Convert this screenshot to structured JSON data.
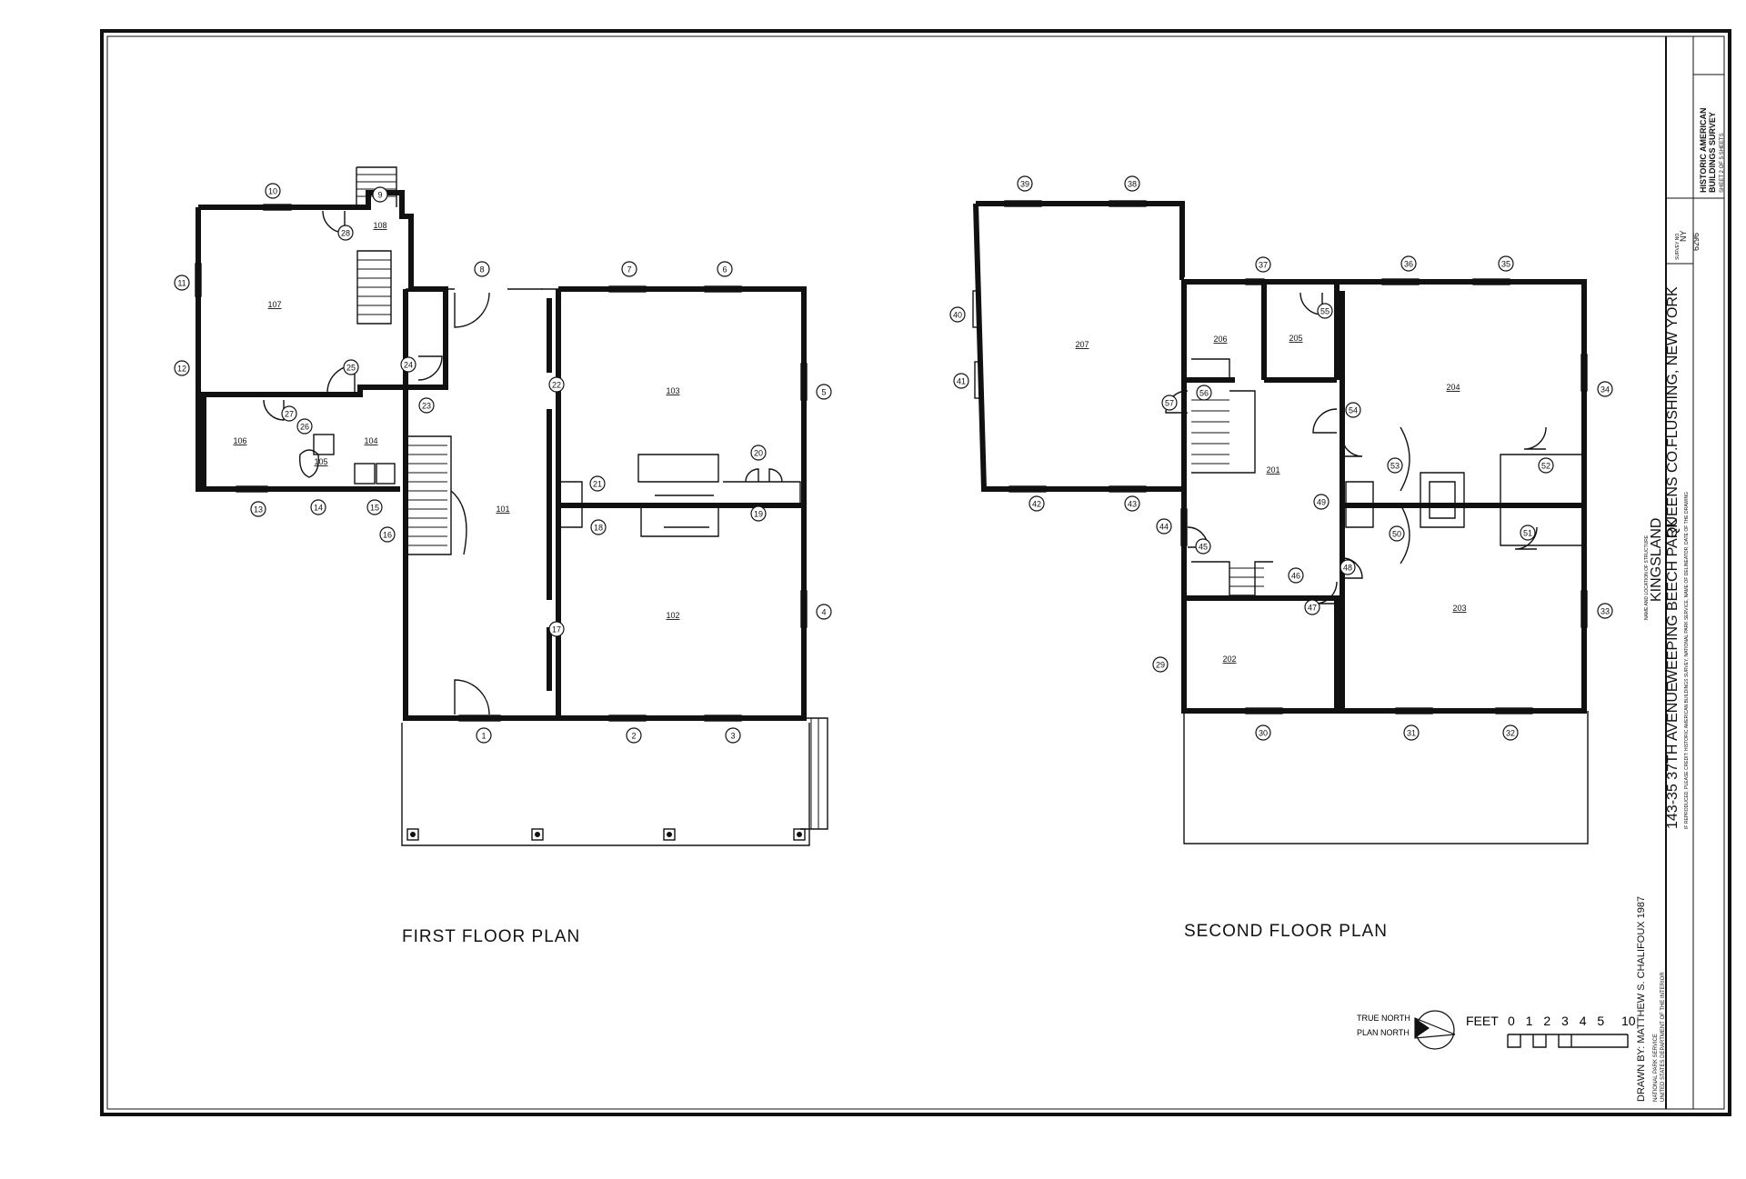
{
  "first_floor": {
    "title": "FIRST FLOOR PLAN",
    "rooms": [
      "101",
      "102",
      "103",
      "104",
      "105",
      "106",
      "107",
      "108"
    ],
    "markers": [
      "1",
      "2",
      "3",
      "4",
      "5",
      "6",
      "7",
      "8",
      "9",
      "10",
      "11",
      "12",
      "13",
      "14",
      "15",
      "16",
      "17",
      "18",
      "19",
      "20",
      "21",
      "22",
      "23",
      "24",
      "25",
      "26",
      "27",
      "28"
    ]
  },
  "second_floor": {
    "title": "SECOND FLOOR PLAN",
    "rooms": [
      "201",
      "202",
      "203",
      "204",
      "205",
      "206",
      "207"
    ],
    "markers": [
      "29",
      "30",
      "31",
      "32",
      "33",
      "34",
      "35",
      "36",
      "37",
      "38",
      "39",
      "40",
      "41",
      "42",
      "43",
      "44",
      "45",
      "46",
      "47",
      "48",
      "49",
      "50",
      "51",
      "52",
      "53",
      "54",
      "55",
      "56",
      "57"
    ]
  },
  "north": {
    "true_north": "TRUE NORTH",
    "plan_north": "PLAN NORTH"
  },
  "scale": {
    "label": "FEET",
    "ticks": "0 1 2 3 4 5",
    "end": "10"
  },
  "title_block": {
    "agency_1": "NATIONAL PARK SERVICE",
    "agency_2": "UNITED STATES DEPARTMENT OF THE INTERIOR",
    "drawn_by": "DRAWN BY: MATTHEW S. CHALIFOUX 1987",
    "structure_caption": "NAME AND LOCATION OF STRUCTURE",
    "structure_name": "KINGSLAND",
    "address_1": "143-35 37TH AVENUE",
    "address_2": "WEEPING BEECH PARK",
    "address_3": "QUEENS CO.",
    "address_4": "FLUSHING, NEW YORK",
    "credit": "IF REPRODUCED, PLEASE CREDIT: HISTORIC AMERICAN BUILDINGS SURVEY, NATIONAL PARK SERVICE, NAME OF DELINEATOR, DATE OF THE DRAWING",
    "survey_caption": "SURVEY NO.",
    "survey_state": "NY",
    "survey_number": "6296",
    "habs_1": "HISTORIC AMERICAN",
    "habs_2": "BUILDINGS SURVEY",
    "sheet": "SHEET 2 OF 5 SHEETS"
  }
}
